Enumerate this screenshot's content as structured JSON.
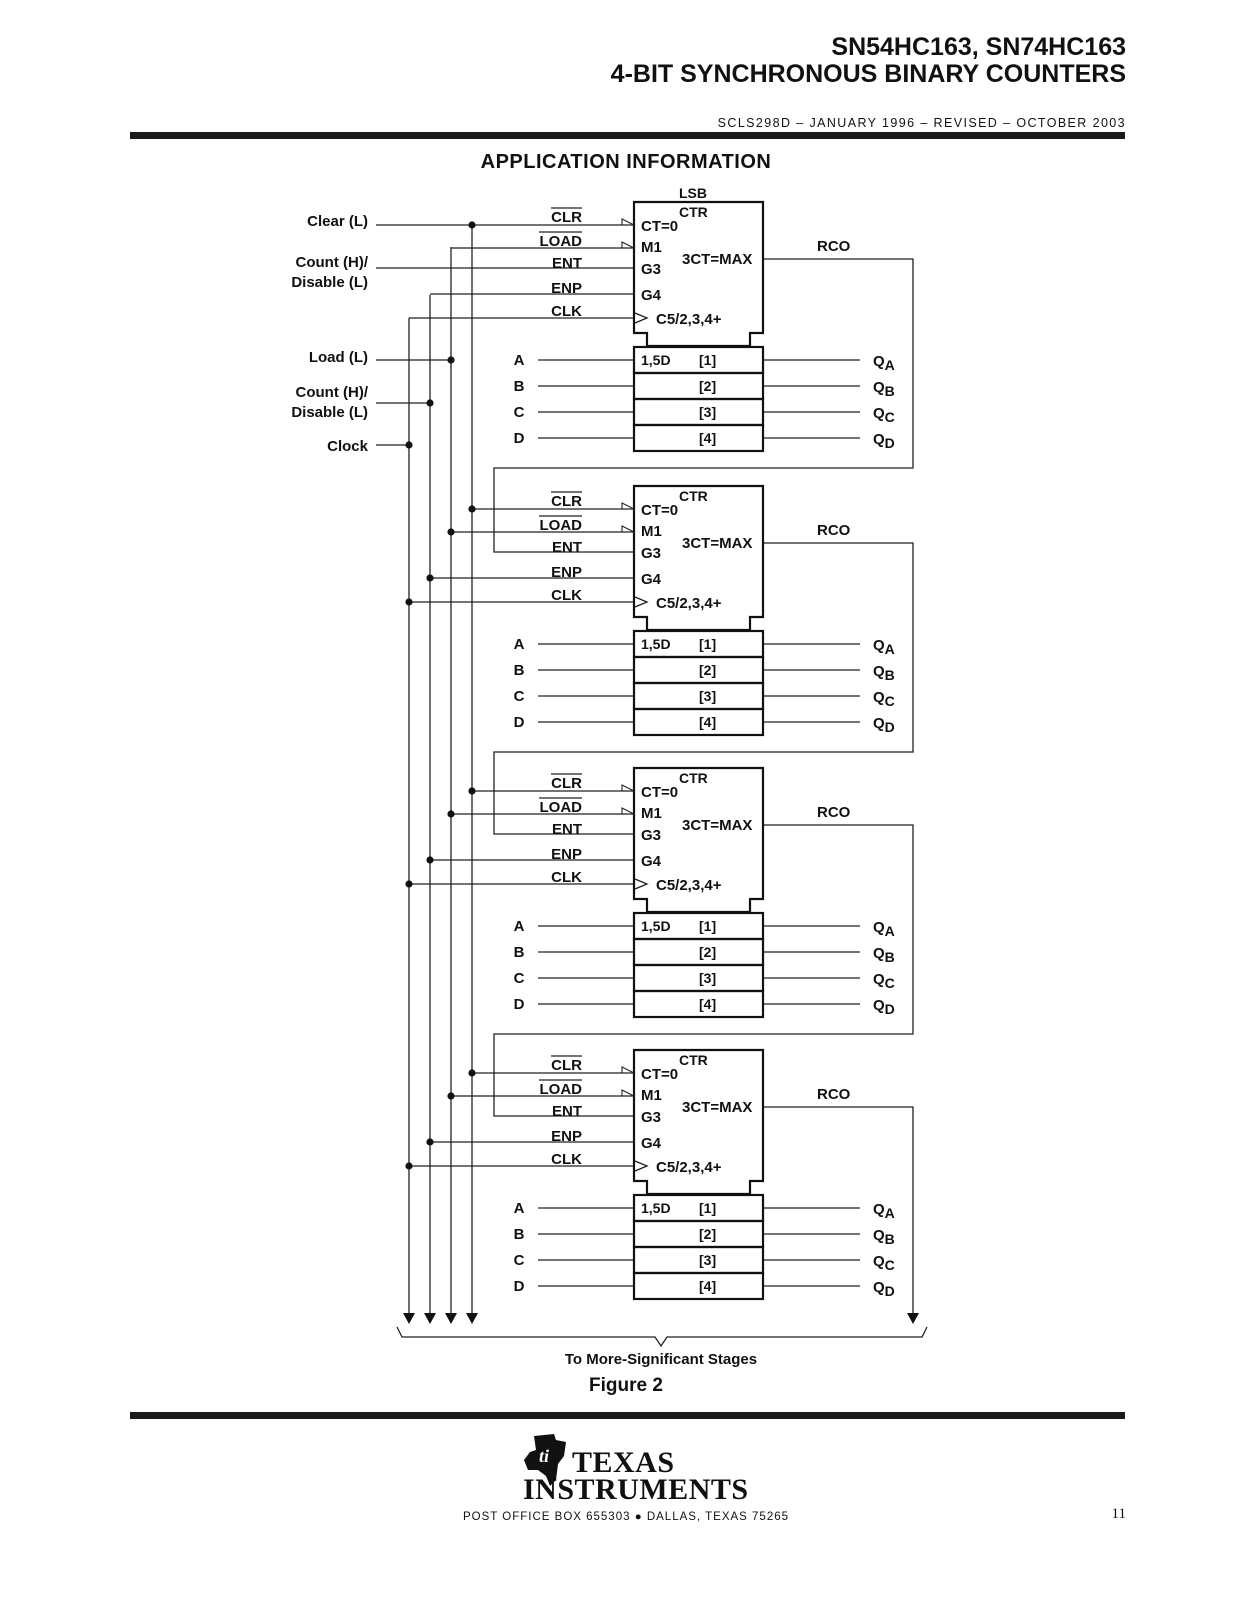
{
  "header": {
    "title_line1": "SN54HC163, SN74HC163",
    "title_line2": "4-BIT SYNCHRONOUS BINARY COUNTERS",
    "doc_id": "SCLS298D – JANUARY 1996 – REVISED – OCTOBER 2003"
  },
  "section_title": "APPLICATION INFORMATION",
  "inputs": {
    "clear": "Clear (L)",
    "count_enable_t": [
      "Count (H)/",
      "Disable (L)"
    ],
    "load": "Load (L)",
    "count_enable_p": [
      "Count (H)/",
      "Disable (L)"
    ],
    "clock": "Clock"
  },
  "counter_labels": {
    "lsb": "LSB",
    "ctr": "CTR",
    "clr": "CLR",
    "load": "LOAD",
    "ent": "ENT",
    "enp": "ENP",
    "clk": "CLK",
    "ct0": "CT=0",
    "m1": "M1",
    "g3": "G3",
    "g4": "G4",
    "c5": "C5/2,3,4+",
    "ctmax": "3CT=MAX",
    "rco": "RCO",
    "d15": "1,5D",
    "bits": [
      "[1]",
      "[2]",
      "[3]",
      "[4]"
    ],
    "data_inputs": [
      "A",
      "B",
      "C",
      "D"
    ],
    "q": "Q",
    "q_subs": [
      "A",
      "B",
      "C",
      "D"
    ]
  },
  "stages_label": "To More-Significant Stages",
  "figure_caption": "Figure 2",
  "footer": {
    "logo_line1": "TEXAS",
    "logo_line2": "INSTRUMENTS",
    "address": "POST OFFICE BOX 655303 ● DALLAS, TEXAS 75265",
    "page_number": "11"
  }
}
